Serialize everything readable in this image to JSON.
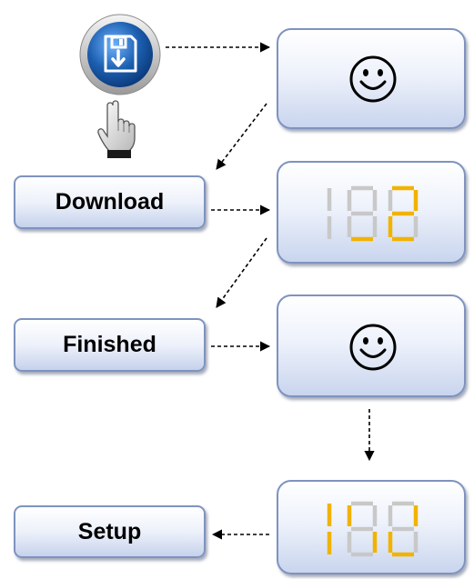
{
  "buttons": {
    "download_label": "Download",
    "finished_label": "Finished",
    "setup_label": "Setup"
  },
  "icons": {
    "save": "floppy-disk-download-icon",
    "pointer": "hand-cursor-icon",
    "status_ok": "smiley-face-icon",
    "display": "seven-segment-display-icon"
  },
  "colors": {
    "panel_border": "#7e93bf",
    "segment_off": "#c8c8c8",
    "segment_on": "#f1b300",
    "save_icon_blue": "#1c5fb0"
  }
}
